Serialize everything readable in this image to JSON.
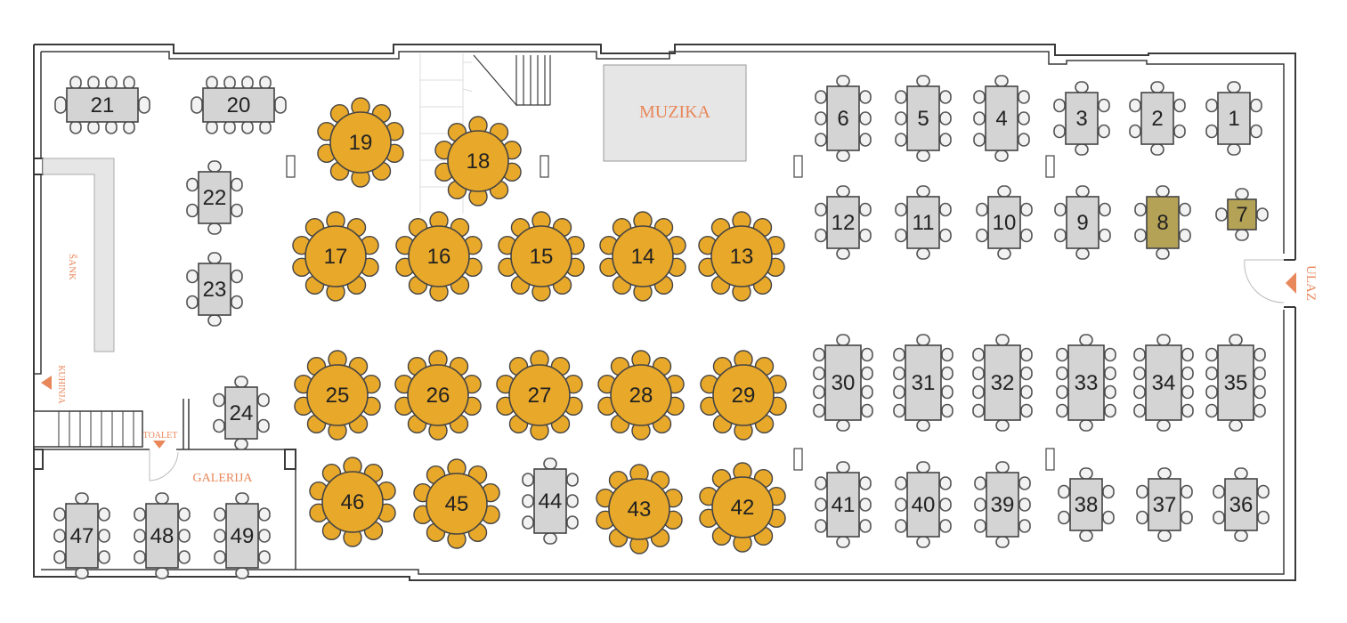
{
  "colors": {
    "table_gray": "#d4d4d4",
    "table_round": "#e8a82a",
    "table_reserved": "#b4a257",
    "chair_gray": "#f2f2f2",
    "label_orange": "#e8875a",
    "music_fill": "#e6e6e6"
  },
  "labels": {
    "music": "MUZIKA",
    "bar": "ŠANK",
    "entrance": "ULAZ",
    "kitchen": "KUHINJA",
    "toilet": "TOALET",
    "gallery": "GALERIJA"
  },
  "tables": [
    {
      "number": "1",
      "shape": "small",
      "status": "free"
    },
    {
      "number": "2",
      "shape": "small",
      "status": "free"
    },
    {
      "number": "3",
      "shape": "small",
      "status": "free"
    },
    {
      "number": "4",
      "shape": "long",
      "status": "free"
    },
    {
      "number": "5",
      "shape": "long",
      "status": "free"
    },
    {
      "number": "6",
      "shape": "long",
      "status": "free"
    },
    {
      "number": "7",
      "shape": "square",
      "status": "reserved"
    },
    {
      "number": "8",
      "shape": "small",
      "status": "reserved"
    },
    {
      "number": "9",
      "shape": "small",
      "status": "free"
    },
    {
      "number": "10",
      "shape": "small",
      "status": "free"
    },
    {
      "number": "11",
      "shape": "small",
      "status": "free"
    },
    {
      "number": "12",
      "shape": "small",
      "status": "free"
    },
    {
      "number": "13",
      "shape": "round",
      "status": "free"
    },
    {
      "number": "14",
      "shape": "round",
      "status": "free"
    },
    {
      "number": "15",
      "shape": "round",
      "status": "free"
    },
    {
      "number": "16",
      "shape": "round",
      "status": "free"
    },
    {
      "number": "17",
      "shape": "round",
      "status": "free"
    },
    {
      "number": "18",
      "shape": "round",
      "status": "free"
    },
    {
      "number": "19",
      "shape": "round",
      "status": "free"
    },
    {
      "number": "20",
      "shape": "long",
      "status": "free"
    },
    {
      "number": "21",
      "shape": "long",
      "status": "free"
    },
    {
      "number": "22",
      "shape": "small",
      "status": "free"
    },
    {
      "number": "23",
      "shape": "small",
      "status": "free"
    },
    {
      "number": "24",
      "shape": "small",
      "status": "free"
    },
    {
      "number": "25",
      "shape": "round",
      "status": "free"
    },
    {
      "number": "26",
      "shape": "round",
      "status": "free"
    },
    {
      "number": "27",
      "shape": "round",
      "status": "free"
    },
    {
      "number": "28",
      "shape": "round",
      "status": "free"
    },
    {
      "number": "29",
      "shape": "round",
      "status": "free"
    },
    {
      "number": "30",
      "shape": "large",
      "status": "free"
    },
    {
      "number": "31",
      "shape": "large",
      "status": "free"
    },
    {
      "number": "32",
      "shape": "large",
      "status": "free"
    },
    {
      "number": "33",
      "shape": "large",
      "status": "free"
    },
    {
      "number": "34",
      "shape": "large",
      "status": "free"
    },
    {
      "number": "35",
      "shape": "large",
      "status": "free"
    },
    {
      "number": "36",
      "shape": "small",
      "status": "free"
    },
    {
      "number": "37",
      "shape": "small",
      "status": "free"
    },
    {
      "number": "38",
      "shape": "small",
      "status": "free"
    },
    {
      "number": "39",
      "shape": "long",
      "status": "free"
    },
    {
      "number": "40",
      "shape": "long",
      "status": "free"
    },
    {
      "number": "41",
      "shape": "long",
      "status": "free"
    },
    {
      "number": "42",
      "shape": "round",
      "status": "free"
    },
    {
      "number": "43",
      "shape": "round",
      "status": "free"
    },
    {
      "number": "44",
      "shape": "long",
      "status": "free"
    },
    {
      "number": "45",
      "shape": "round",
      "status": "free"
    },
    {
      "number": "46",
      "shape": "round",
      "status": "free"
    },
    {
      "number": "47",
      "shape": "long",
      "status": "free"
    },
    {
      "number": "48",
      "shape": "long",
      "status": "free"
    },
    {
      "number": "49",
      "shape": "long",
      "status": "free"
    }
  ]
}
